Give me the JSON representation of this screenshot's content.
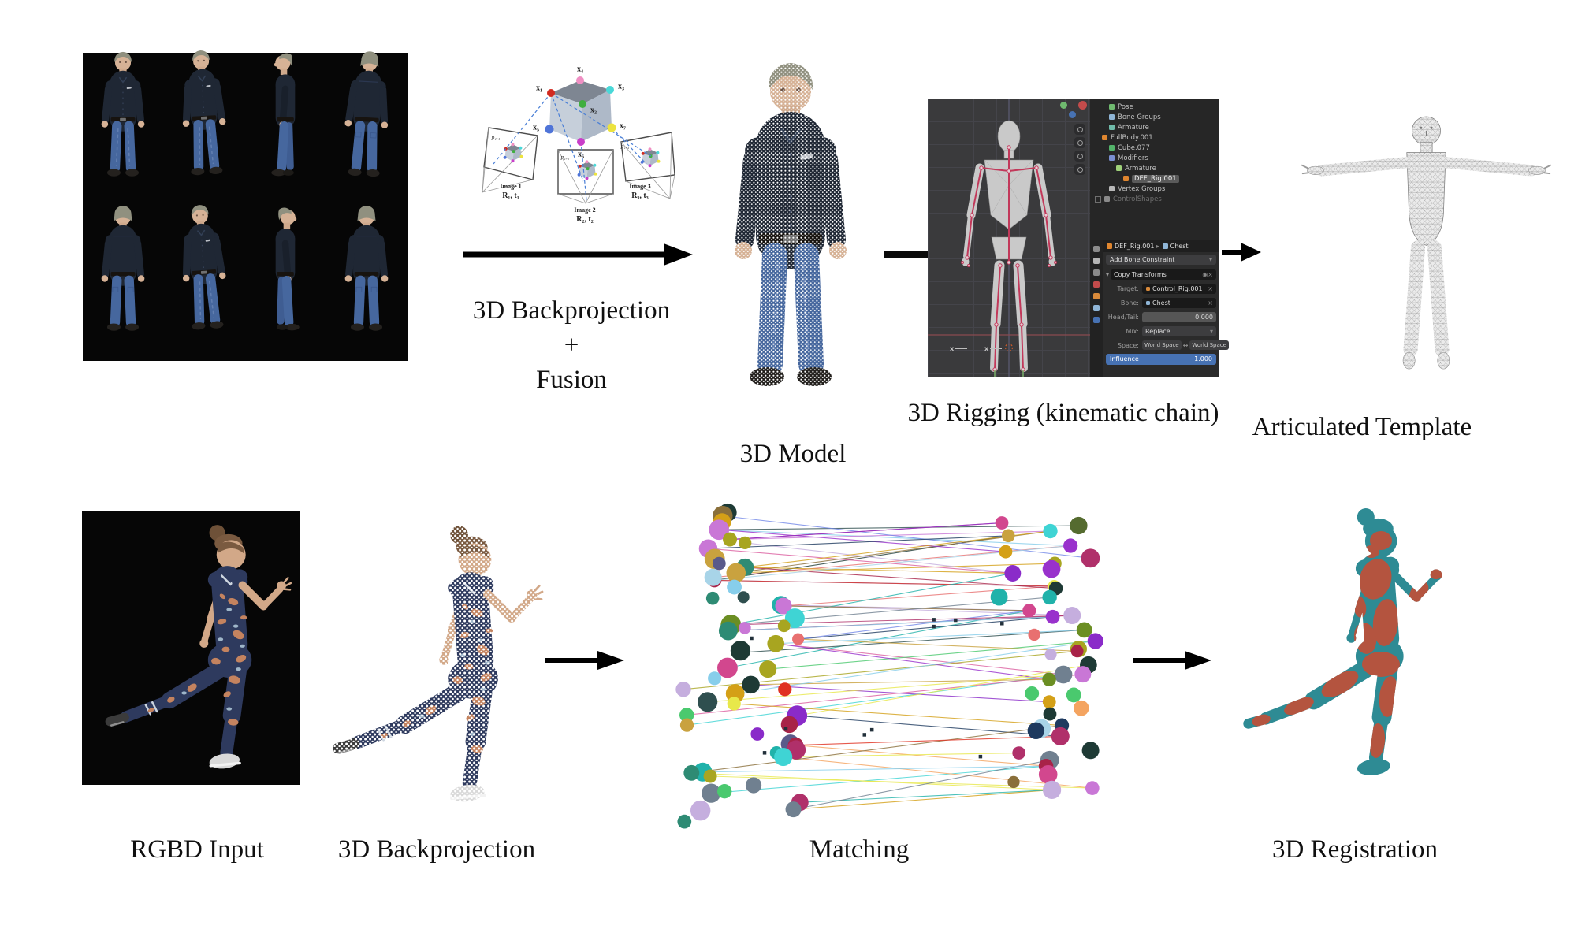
{
  "labels": {
    "fusion_line1": "3D Backprojection",
    "fusion_line2": "+",
    "fusion_line3": "Fusion",
    "model": "3D Model",
    "rigging": "3D Rigging (kinematic chain)",
    "template": "Articulated Template",
    "rgbd": "RGBD Input",
    "backprojection": "3D Backprojection",
    "matching": "Matching",
    "registration": "3D Registration"
  },
  "diagram": {
    "points": [
      {
        "label": "x₁",
        "color": "#d22a20"
      },
      {
        "label": "x₂",
        "color": "#3fae3f"
      },
      {
        "label": "x₃",
        "color": "#49d8d8"
      },
      {
        "label": "x₄",
        "color": "#ef8fc3"
      },
      {
        "label": "x₅",
        "color": "#4f74d8"
      },
      {
        "label": "x₆",
        "color": "#c93ec9"
      },
      {
        "label": "x₇",
        "color": "#ece33f"
      }
    ],
    "cameras": [
      {
        "name": "Image 1",
        "rt": "R₁, t₁",
        "proj": "p₁,₁"
      },
      {
        "name": "Image 2",
        "rt": "R₂, t₂",
        "proj": "p₁,₂"
      },
      {
        "name": "Image 3",
        "rt": "R₃, t₃",
        "proj": "p₁,₃"
      }
    ]
  },
  "blender": {
    "outliner": [
      {
        "label": "Pose",
        "depth": 2,
        "icon": "pose-icon",
        "icon_color": "#6fba6f"
      },
      {
        "label": "Bone Groups",
        "depth": 2,
        "icon": "bone-groups-icon",
        "icon_color": "#8fb5d6"
      },
      {
        "label": "Armature",
        "depth": 2,
        "icon": "armature-icon",
        "icon_color": "#6fbaa8"
      },
      {
        "label": "FullBody.001",
        "depth": 1,
        "icon": "mesh-object-icon",
        "icon_color": "#e0862f"
      },
      {
        "label": "Cube.077",
        "depth": 2,
        "icon": "mesh-data-icon",
        "icon_color": "#53b36a"
      },
      {
        "label": "Modifiers",
        "depth": 2,
        "icon": "modifier-icon",
        "icon_color": "#7a8fd1"
      },
      {
        "label": "Armature",
        "depth": 3,
        "icon": "armature-modifier-icon",
        "icon_color": "#9fd17a"
      },
      {
        "label": "DEF_Rig.001",
        "depth": 4,
        "icon": "armature-data-icon",
        "icon_color": "#e0862f",
        "selected": true
      },
      {
        "label": "Vertex Groups",
        "depth": 2,
        "icon": "vertex-groups-icon",
        "icon_color": "#b9b9b9"
      },
      {
        "label": "ControlShapes",
        "depth": 0,
        "icon": "collection-icon",
        "icon_color": "#8a8a8a",
        "muted": true
      }
    ],
    "constraint": {
      "object": "DEF_Rig.001",
      "breadcrumb_sep": "▸",
      "bone": "Chest",
      "add_button": "Add Bone Constraint",
      "panel": "Copy Transforms",
      "target_label": "Target:",
      "target_value": "Control_Rig.001",
      "bone_label": "Bone:",
      "bone_value": "Chest",
      "headtail_label": "Head/Tail:",
      "headtail_value": "0.000",
      "mix_label": "Mix:",
      "mix_value": "Replace",
      "space_label": "Space:",
      "space_from": "World Space",
      "space_swap": "↔",
      "space_to": "World Space",
      "influence_label": "Influence",
      "influence_value": "1.000"
    },
    "axis_label": "x"
  },
  "icons": {
    "close": "×",
    "dropdown": "▾",
    "eye": "◉"
  },
  "colors": {
    "registration_teal": "#2e8b94",
    "registration_red": "#b4543f",
    "shirt_navy": "#1f2734",
    "jeans_blue": "#46679e",
    "outfit_navy": "#2e3a5e",
    "armature_red": "#c2385a",
    "blender_accent_blue": "#4772b3"
  },
  "matching": {
    "seed": 13,
    "left_count": 56,
    "right_count": 44,
    "line_count": 60,
    "square_count": 10,
    "palette": [
      "#d2478e",
      "#c9a23f",
      "#a82348",
      "#7388e8",
      "#1e3a35",
      "#a8a520",
      "#c5aede",
      "#8a2bc9",
      "#3fd4d4",
      "#1e3a5f",
      "#a8d4e8",
      "#e87070",
      "#e8e84a",
      "#e03020",
      "#2e8b74",
      "#4ac96e",
      "#8a6f3a",
      "#c977d6",
      "#5a5a8a",
      "#d4a017",
      "#6b8e23",
      "#b0306a",
      "#708090",
      "#20b2aa",
      "#9932cc",
      "#f4a460",
      "#2f4f4f",
      "#dc5fa0",
      "#87ceeb",
      "#556b2f"
    ]
  }
}
